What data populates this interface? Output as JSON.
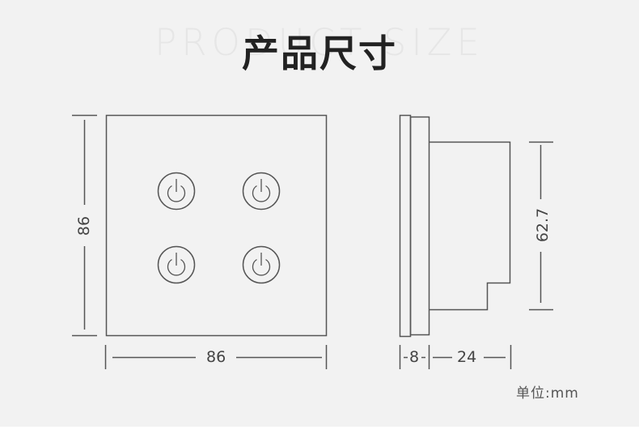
{
  "header": {
    "background_title": "PRODUCT SIZE",
    "title": "产品尺寸"
  },
  "front_view": {
    "width_label": "86",
    "height_label": "86",
    "buttons": [
      {
        "icon": "power-icon",
        "row": 1,
        "col": 1
      },
      {
        "icon": "power-icon",
        "row": 1,
        "col": 2
      },
      {
        "icon": "power-icon",
        "row": 2,
        "col": 1
      },
      {
        "icon": "power-icon",
        "row": 2,
        "col": 2
      }
    ]
  },
  "side_view": {
    "plate_depth_label": "8",
    "body_depth_label": "24",
    "body_height_label": "62.7"
  },
  "footer": {
    "unit_label": "单位:mm"
  },
  "colors": {
    "background": "#f2f2f2",
    "line": "#555555",
    "title": "#222222",
    "watermark": "#e6e6e6"
  }
}
